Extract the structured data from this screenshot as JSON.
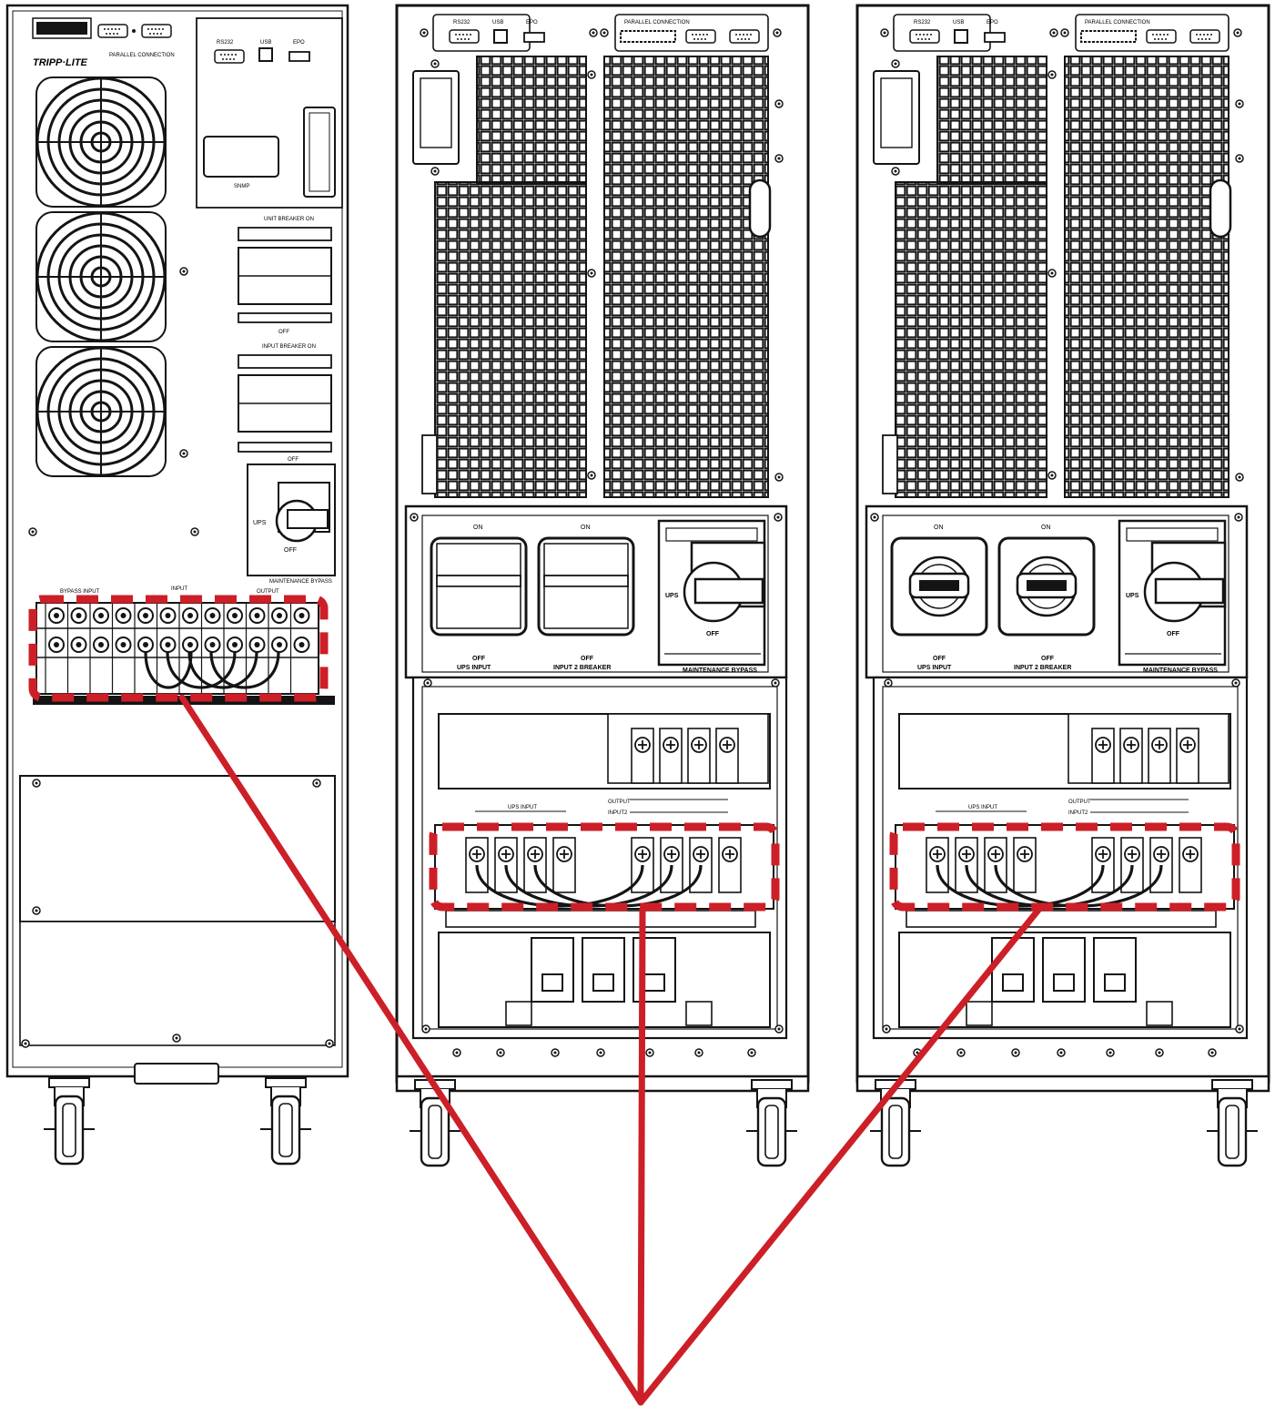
{
  "colors": {
    "ink": "#141414",
    "panel": "#ffffff",
    "callout": "#cc1f27"
  },
  "ups1": {
    "brand_logo": "TRIPP·LITE",
    "parallel_label": "PARALLEL CONNECTION",
    "port_labels": [
      "RS232",
      "USB",
      "EPO"
    ],
    "bypass_breaker_top": "UNIT BREAKER ON",
    "bypass_breaker_mid": "OFF",
    "input_breaker_top": "INPUT BREAKER ON",
    "input_breaker_bottom": "OFF",
    "switch_ups": "UPS",
    "switch_off": "OFF",
    "switch_caption": "MAINTENANCE BYPASS",
    "terminal_groups": [
      "BYPASS INPUT",
      "INPUT",
      "OUTPUT"
    ],
    "slot_label": "SNMP"
  },
  "ups2": {
    "port_labels": [
      "RS232",
      "USB",
      "EPO"
    ],
    "parallel_label": "PARALLEL CONNECTION",
    "breaker_on": [
      "ON",
      "ON"
    ],
    "breaker_off": [
      "OFF",
      "OFF"
    ],
    "breaker_captions": [
      "UPS INPUT",
      "INPUT 2 BREAKER"
    ],
    "bypass_ups": "UPS",
    "bypass_off": "OFF",
    "bypass_caption": "MAINTENANCE BYPASS",
    "terminal_top": "UPS INPUT",
    "terminal_right_1": "OUTPUT",
    "terminal_right_2": "INPUT2"
  },
  "ups3": {
    "port_labels": [
      "RS232",
      "USB",
      "EPO"
    ],
    "parallel_label": "PARALLEL CONNECTION",
    "breaker_on": [
      "ON",
      "ON"
    ],
    "breaker_off": [
      "OFF",
      "OFF"
    ],
    "breaker_captions": [
      "UPS INPUT",
      "INPUT 2 BREAKER"
    ],
    "bypass_ups": "UPS",
    "bypass_off": "OFF",
    "bypass_caption": "MAINTENANCE BYPASS",
    "terminal_top": "UPS INPUT",
    "terminal_right_1": "OUTPUT",
    "terminal_right_2": "INPUT2"
  }
}
